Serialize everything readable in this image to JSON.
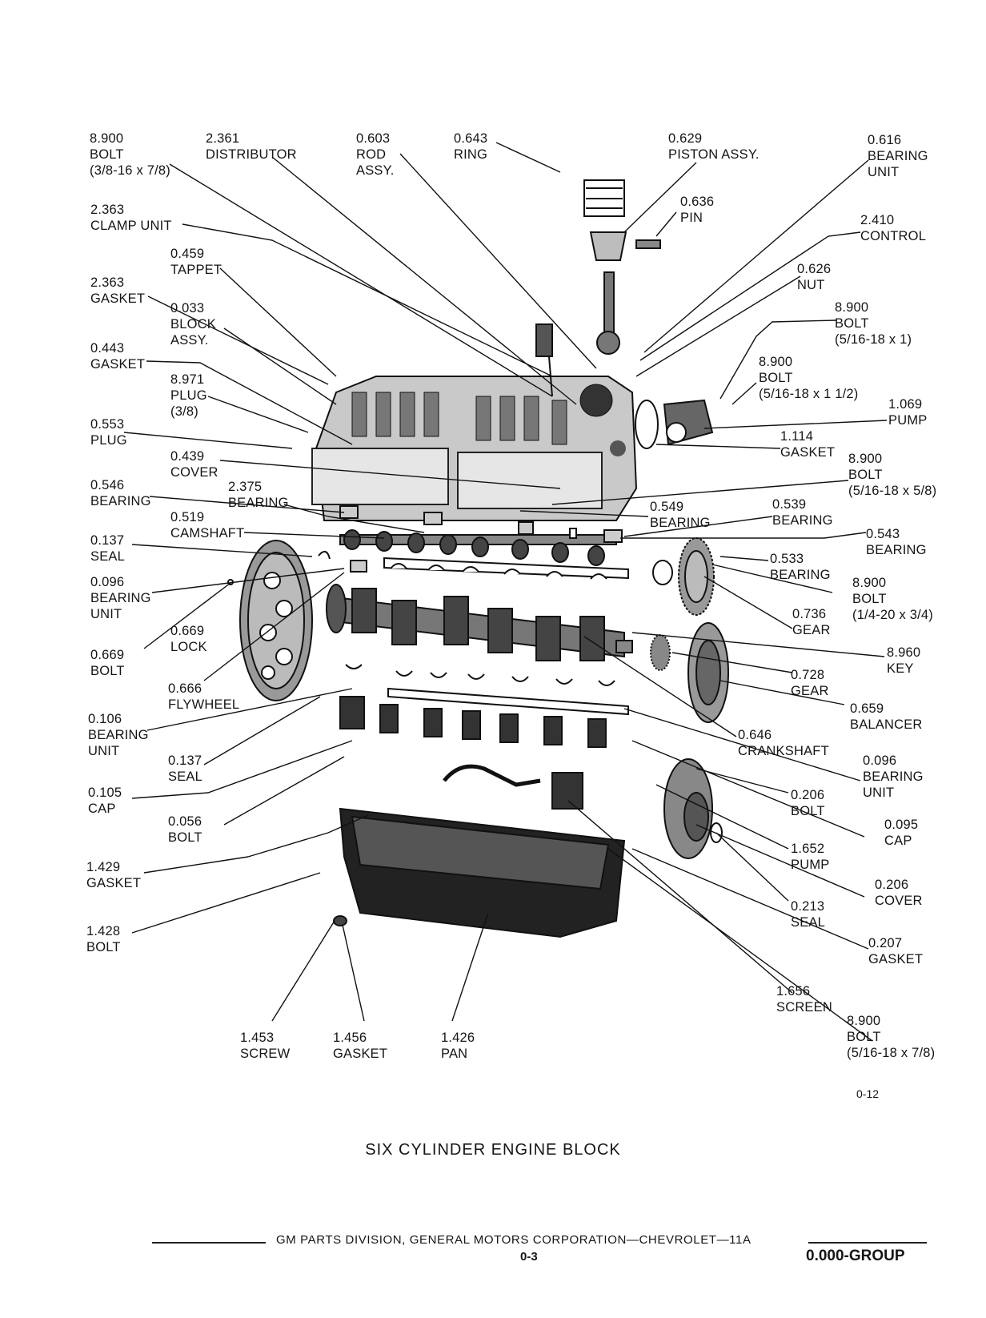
{
  "labels": [
    {
      "id": "bolt-8900-a",
      "lines": [
        "8.900",
        "BOLT",
        "(3/8-16 x 7/8)"
      ]
    },
    {
      "id": "distributor",
      "lines": [
        "2.361",
        "DISTRIBUTOR"
      ]
    },
    {
      "id": "rod-assy",
      "lines": [
        "0.603",
        "ROD",
        "ASSY."
      ]
    },
    {
      "id": "ring",
      "lines": [
        "0.643",
        "RING"
      ]
    },
    {
      "id": "piston-assy",
      "lines": [
        "0.629",
        "PISTON ASSY."
      ]
    },
    {
      "id": "bearing-unit-616",
      "lines": [
        "0.616",
        "BEARING",
        "UNIT"
      ]
    },
    {
      "id": "pin",
      "lines": [
        "0.636",
        "PIN"
      ]
    },
    {
      "id": "clamp-unit",
      "lines": [
        "2.363",
        "CLAMP UNIT"
      ]
    },
    {
      "id": "control",
      "lines": [
        "2.410",
        "CONTROL"
      ]
    },
    {
      "id": "tappet",
      "lines": [
        "0.459",
        "TAPPET"
      ]
    },
    {
      "id": "gasket-2363",
      "lines": [
        "2.363",
        "GASKET"
      ]
    },
    {
      "id": "nut",
      "lines": [
        "0.626",
        "NUT"
      ]
    },
    {
      "id": "block-assy",
      "lines": [
        "0.033",
        "BLOCK",
        "ASSY."
      ]
    },
    {
      "id": "bolt-8900-b",
      "lines": [
        "8.900",
        "BOLT",
        "(5/16-18 x 1)"
      ]
    },
    {
      "id": "gasket-443",
      "lines": [
        "0.443",
        "GASKET"
      ]
    },
    {
      "id": "bolt-8900-c",
      "lines": [
        "8.900",
        "BOLT",
        "(5/16-18 x 1 1/2)"
      ]
    },
    {
      "id": "plug-8971",
      "lines": [
        "8.971",
        "PLUG",
        "(3/8)"
      ]
    },
    {
      "id": "pump-1069",
      "lines": [
        "1.069",
        "PUMP"
      ]
    },
    {
      "id": "plug-553",
      "lines": [
        "0.553",
        "PLUG"
      ]
    },
    {
      "id": "gasket-1114",
      "lines": [
        "1.114",
        "GASKET"
      ]
    },
    {
      "id": "cover-439",
      "lines": [
        "0.439",
        "COVER"
      ]
    },
    {
      "id": "bolt-8900-d",
      "lines": [
        "8.900",
        "BOLT",
        "(5/16-18 x 5/8)"
      ]
    },
    {
      "id": "bearing-546",
      "lines": [
        "0.546",
        "BEARING"
      ]
    },
    {
      "id": "bearing-2375",
      "lines": [
        "2.375",
        "BEARING"
      ]
    },
    {
      "id": "bearing-549",
      "lines": [
        "0.549",
        "BEARING"
      ]
    },
    {
      "id": "bearing-539",
      "lines": [
        "0.539",
        "BEARING"
      ]
    },
    {
      "id": "camshaft",
      "lines": [
        "0.519",
        "CAMSHAFT"
      ]
    },
    {
      "id": "seal-137a",
      "lines": [
        "0.137",
        "SEAL"
      ]
    },
    {
      "id": "bearing-543",
      "lines": [
        "0.543",
        "BEARING"
      ]
    },
    {
      "id": "bearing-533",
      "lines": [
        "0.533",
        "BEARING"
      ]
    },
    {
      "id": "bearing-unit-096a",
      "lines": [
        "0.096",
        "BEARING",
        "UNIT"
      ]
    },
    {
      "id": "bolt-8900-e",
      "lines": [
        "8.900",
        "BOLT",
        "(1/4-20 x 3/4)"
      ]
    },
    {
      "id": "lock",
      "lines": [
        "0.669",
        "LOCK"
      ]
    },
    {
      "id": "gear-736",
      "lines": [
        "0.736",
        "GEAR"
      ]
    },
    {
      "id": "bolt-669",
      "lines": [
        "0.669",
        "BOLT"
      ]
    },
    {
      "id": "key",
      "lines": [
        "8.960",
        "KEY"
      ]
    },
    {
      "id": "flywheel",
      "lines": [
        "0.666",
        "FLYWHEEL"
      ]
    },
    {
      "id": "gear-728",
      "lines": [
        "0.728",
        "GEAR"
      ]
    },
    {
      "id": "bearing-unit-106",
      "lines": [
        "0.106",
        "BEARING",
        "UNIT"
      ]
    },
    {
      "id": "balancer",
      "lines": [
        "0.659",
        "BALANCER"
      ]
    },
    {
      "id": "crankshaft",
      "lines": [
        "0.646",
        "CRANKSHAFT"
      ]
    },
    {
      "id": "seal-137b",
      "lines": [
        "0.137",
        "SEAL"
      ]
    },
    {
      "id": "bearing-unit-096b",
      "lines": [
        "0.096",
        "BEARING",
        "UNIT"
      ]
    },
    {
      "id": "cap-105",
      "lines": [
        "0.105",
        "CAP"
      ]
    },
    {
      "id": "bolt-206",
      "lines": [
        "0.206",
        "BOLT"
      ]
    },
    {
      "id": "bolt-056",
      "lines": [
        "0.056",
        "BOLT"
      ]
    },
    {
      "id": "cap-095",
      "lines": [
        "0.095",
        "CAP"
      ]
    },
    {
      "id": "pump-1652",
      "lines": [
        "1.652",
        "PUMP"
      ]
    },
    {
      "id": "gasket-1429",
      "lines": [
        "1.429",
        "GASKET"
      ]
    },
    {
      "id": "cover-206",
      "lines": [
        "0.206",
        "COVER"
      ]
    },
    {
      "id": "seal-213",
      "lines": [
        "0.213",
        "SEAL"
      ]
    },
    {
      "id": "bolt-1428",
      "lines": [
        "1.428",
        "BOLT"
      ]
    },
    {
      "id": "gasket-207",
      "lines": [
        "0.207",
        "GASKET"
      ]
    },
    {
      "id": "screen",
      "lines": [
        "1.656",
        "SCREEN"
      ]
    },
    {
      "id": "screw",
      "lines": [
        "1.453",
        "SCREW"
      ]
    },
    {
      "id": "gasket-1456",
      "lines": [
        "1.456",
        "GASKET"
      ]
    },
    {
      "id": "pan",
      "lines": [
        "1.426",
        "PAN"
      ]
    },
    {
      "id": "bolt-8900-f",
      "lines": [
        "8.900",
        "BOLT",
        "(5/16-18 x 7/8)"
      ]
    }
  ],
  "figure_number": "0-12",
  "title": "SIX CYLINDER ENGINE BLOCK",
  "footer": {
    "publisher": "GM PARTS DIVISION, GENERAL MOTORS CORPORATION—CHEVROLET—11A",
    "page": "0-3",
    "group": "0.000-GROUP"
  }
}
